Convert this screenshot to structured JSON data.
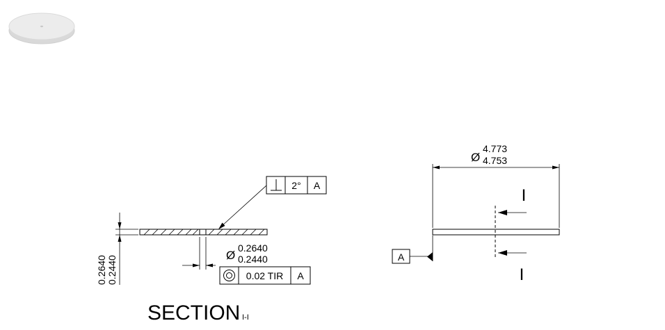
{
  "section_view": {
    "thickness_upper": "0.2640",
    "thickness_lower": "0.2440",
    "hole_diameter_upper": "0.2640",
    "hole_diameter_lower": "0.2440",
    "diameter_symbol": "Ø",
    "perpendicularity_frame": {
      "symbol_icon": "perpendicularity-icon",
      "tolerance": "2°",
      "datum": "A"
    },
    "concentricity_frame": {
      "symbol_icon": "concentricity-icon",
      "tolerance": "0.02 TIR",
      "datum": "A"
    },
    "title": "SECTION",
    "title_suffix": "I-I"
  },
  "side_view": {
    "diameter_symbol": "Ø",
    "outer_diameter_upper": "4.773",
    "outer_diameter_lower": "4.753",
    "section_label_top": "I",
    "section_label_bottom": "I",
    "datum_label": "A"
  },
  "iso_view": {
    "icon": "disc-thumbnail-icon"
  }
}
